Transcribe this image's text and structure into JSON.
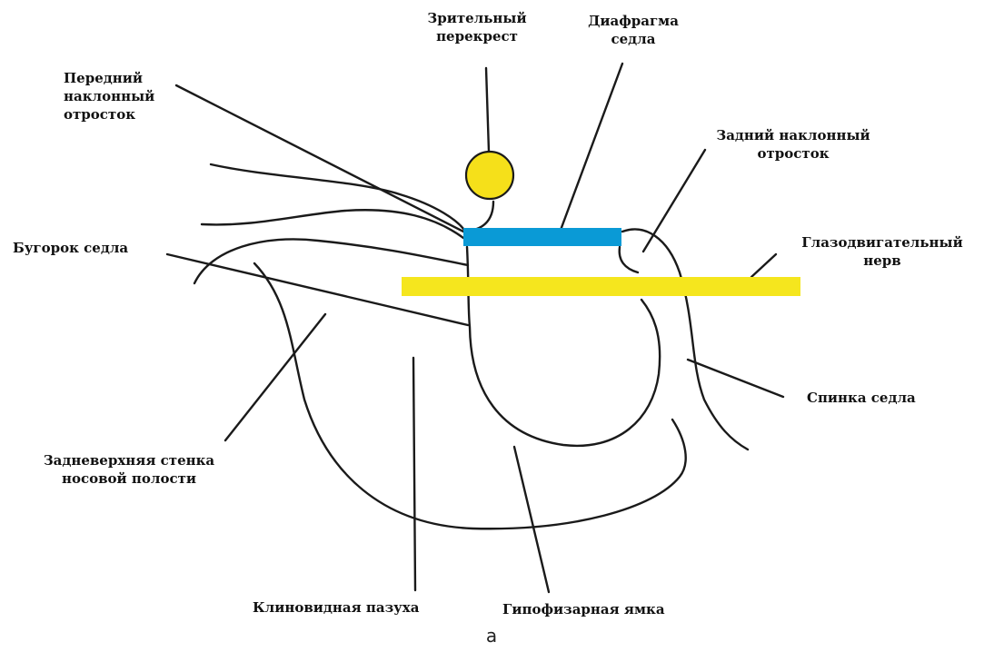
{
  "colors": {
    "line": "#1a1a1a",
    "optic_chiasm": "#f5e01a",
    "diaphragm": "#0a9ad6",
    "oculomotor_nerve": "#f5e61e"
  },
  "labels": {
    "optic_chiasm": [
      "Зрительный",
      "перекрест"
    ],
    "diaphragm": [
      "Диафрагма",
      "седла"
    ],
    "anterior_clinoid": [
      "Передний",
      "наклонный",
      "отросток"
    ],
    "posterior_clinoid": [
      "Задний наклонный",
      "отросток"
    ],
    "tuberculum": [
      "Бугорок седла"
    ],
    "oculomotor_nerve": [
      "Глазодвигательный",
      "нерв"
    ],
    "dorsum": [
      "Спинка седла"
    ],
    "nasal_wall": [
      "Задневерхняя стенка",
      "носовой полости"
    ],
    "sphenoid_sinus": [
      "Клиновидная пазуха"
    ],
    "pituitary_fossa": [
      "Гипофизарная ямка"
    ]
  },
  "caption": "а"
}
